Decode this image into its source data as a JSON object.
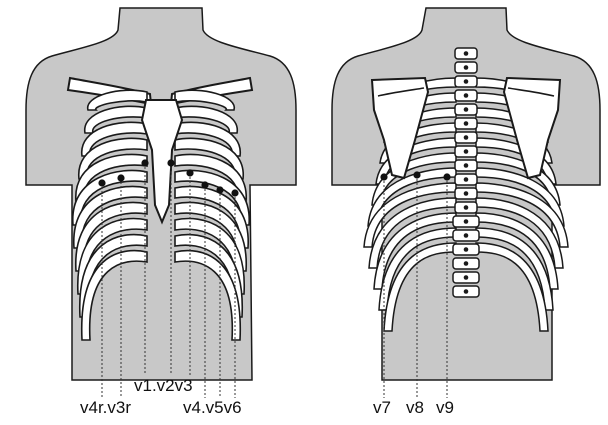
{
  "colors": {
    "skin": "#c8c8c8",
    "bone": "#ffffff",
    "outline": "#1a1a1a",
    "electrode": "#111111",
    "guide": "#333333"
  },
  "front": {
    "label_right_chest": "v4r.v3r",
    "label_mid": "v1.v2v3",
    "label_left_chest": "v4.v5v6"
  },
  "back": {
    "label_v7": "v7",
    "label_v8": "v8",
    "label_v9": "v9"
  }
}
